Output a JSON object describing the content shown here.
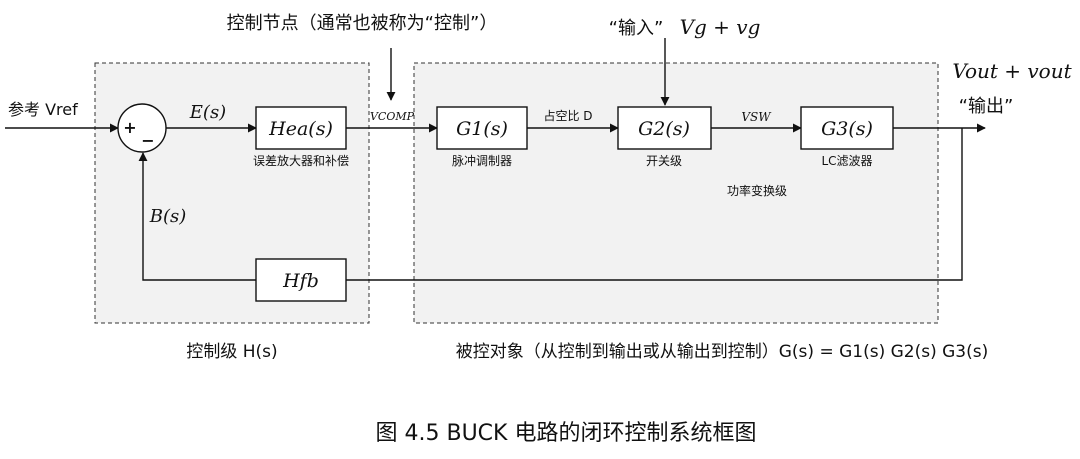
{
  "top_labels": {
    "control_node": "控制节点（通常也被称为“控制”）",
    "input_quote": "“输入”",
    "input_expr": "Vg + vg",
    "output_expr": "Vout + vout",
    "output_quote": "“输出”"
  },
  "signals": {
    "ref": "参考 Vref",
    "error": "E(s)",
    "vcomp": "VCOMP",
    "duty": "占空比 D",
    "vsw": "VSW",
    "feedback": "B(s)"
  },
  "summing_junction": {
    "plus": "+",
    "minus": "−"
  },
  "blocks": [
    {
      "id": "hea",
      "formula": "Hea(s)",
      "caption": "误差放大器和补偿"
    },
    {
      "id": "g1",
      "formula": "G1(s)",
      "caption": "脉冲调制器"
    },
    {
      "id": "g2",
      "formula": "G2(s)",
      "caption": "开关级"
    },
    {
      "id": "g3",
      "formula": "G3(s)",
      "caption": "LC滤波器"
    },
    {
      "id": "hfb",
      "formula": "Hfb",
      "caption": ""
    }
  ],
  "regions": {
    "power_stage": "功率变换级",
    "control_stage": "控制级 H(s)",
    "plant": "被控对象（从控制到输出或从输出到控制）G(s) = G1(s) G2(s) G3(s)"
  },
  "caption": "图 4.5 BUCK 电路的闭环控制系统框图"
}
